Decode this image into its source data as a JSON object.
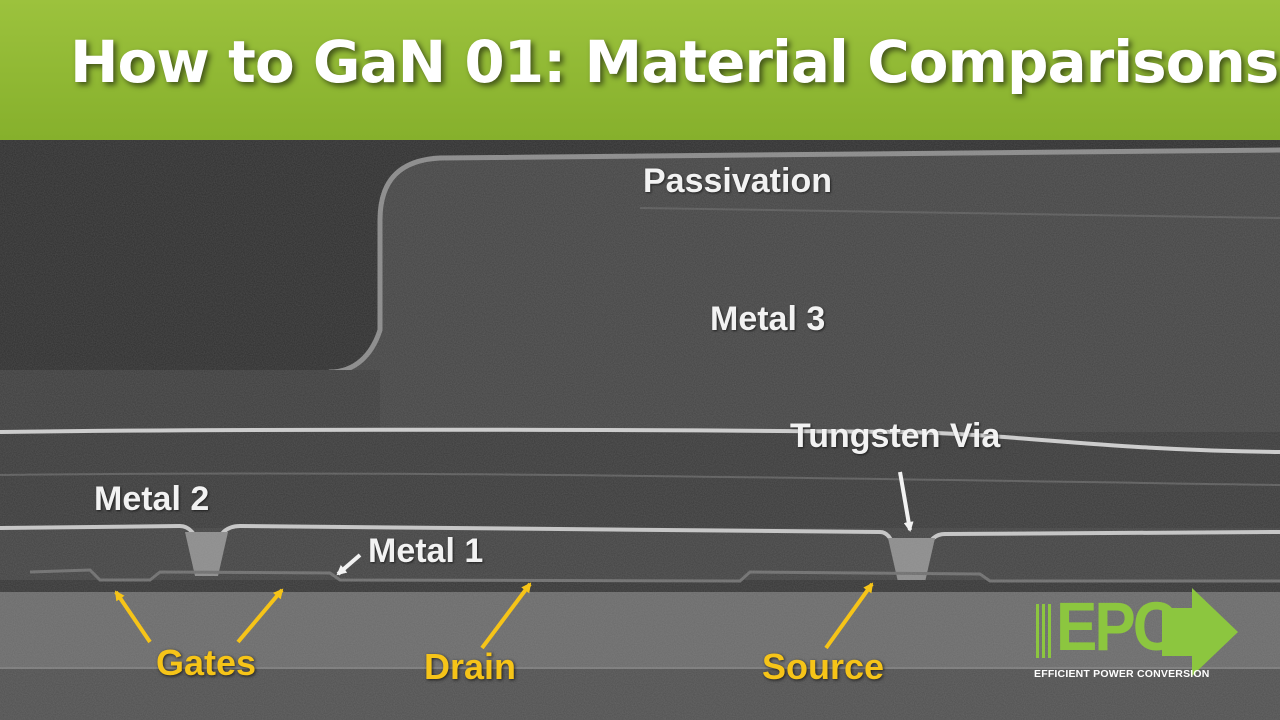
{
  "banner": {
    "title": "How to GaN 01: Material Comparisons",
    "background_color": "#8fb833"
  },
  "labels": {
    "passivation": "Passivation",
    "metal3": "Metal 3",
    "tungsten_via": "Tungsten Via",
    "metal2": "Metal 2",
    "metal1": "Metal 1",
    "gates": "Gates",
    "drain": "Drain",
    "source": "Source"
  },
  "logo": {
    "wordmark": "EPC",
    "tagline": "EFFICIENT POWER CONVERSION",
    "color": "#8cc63f"
  },
  "colors": {
    "label_white": "#f2f2f2",
    "label_yellow": "#f6c418"
  }
}
